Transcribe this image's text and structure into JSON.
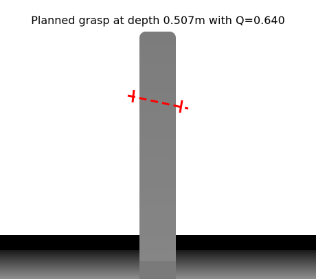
{
  "title": "Planned grasp at depth 0.507m with Q=0.640",
  "grasp": {
    "depth_m": 0.507,
    "quality": 0.64
  },
  "colors": {
    "background": "#ffffff",
    "floor_edge": "#000000",
    "object": "#808080",
    "grasp_marker": "#ff0000"
  }
}
